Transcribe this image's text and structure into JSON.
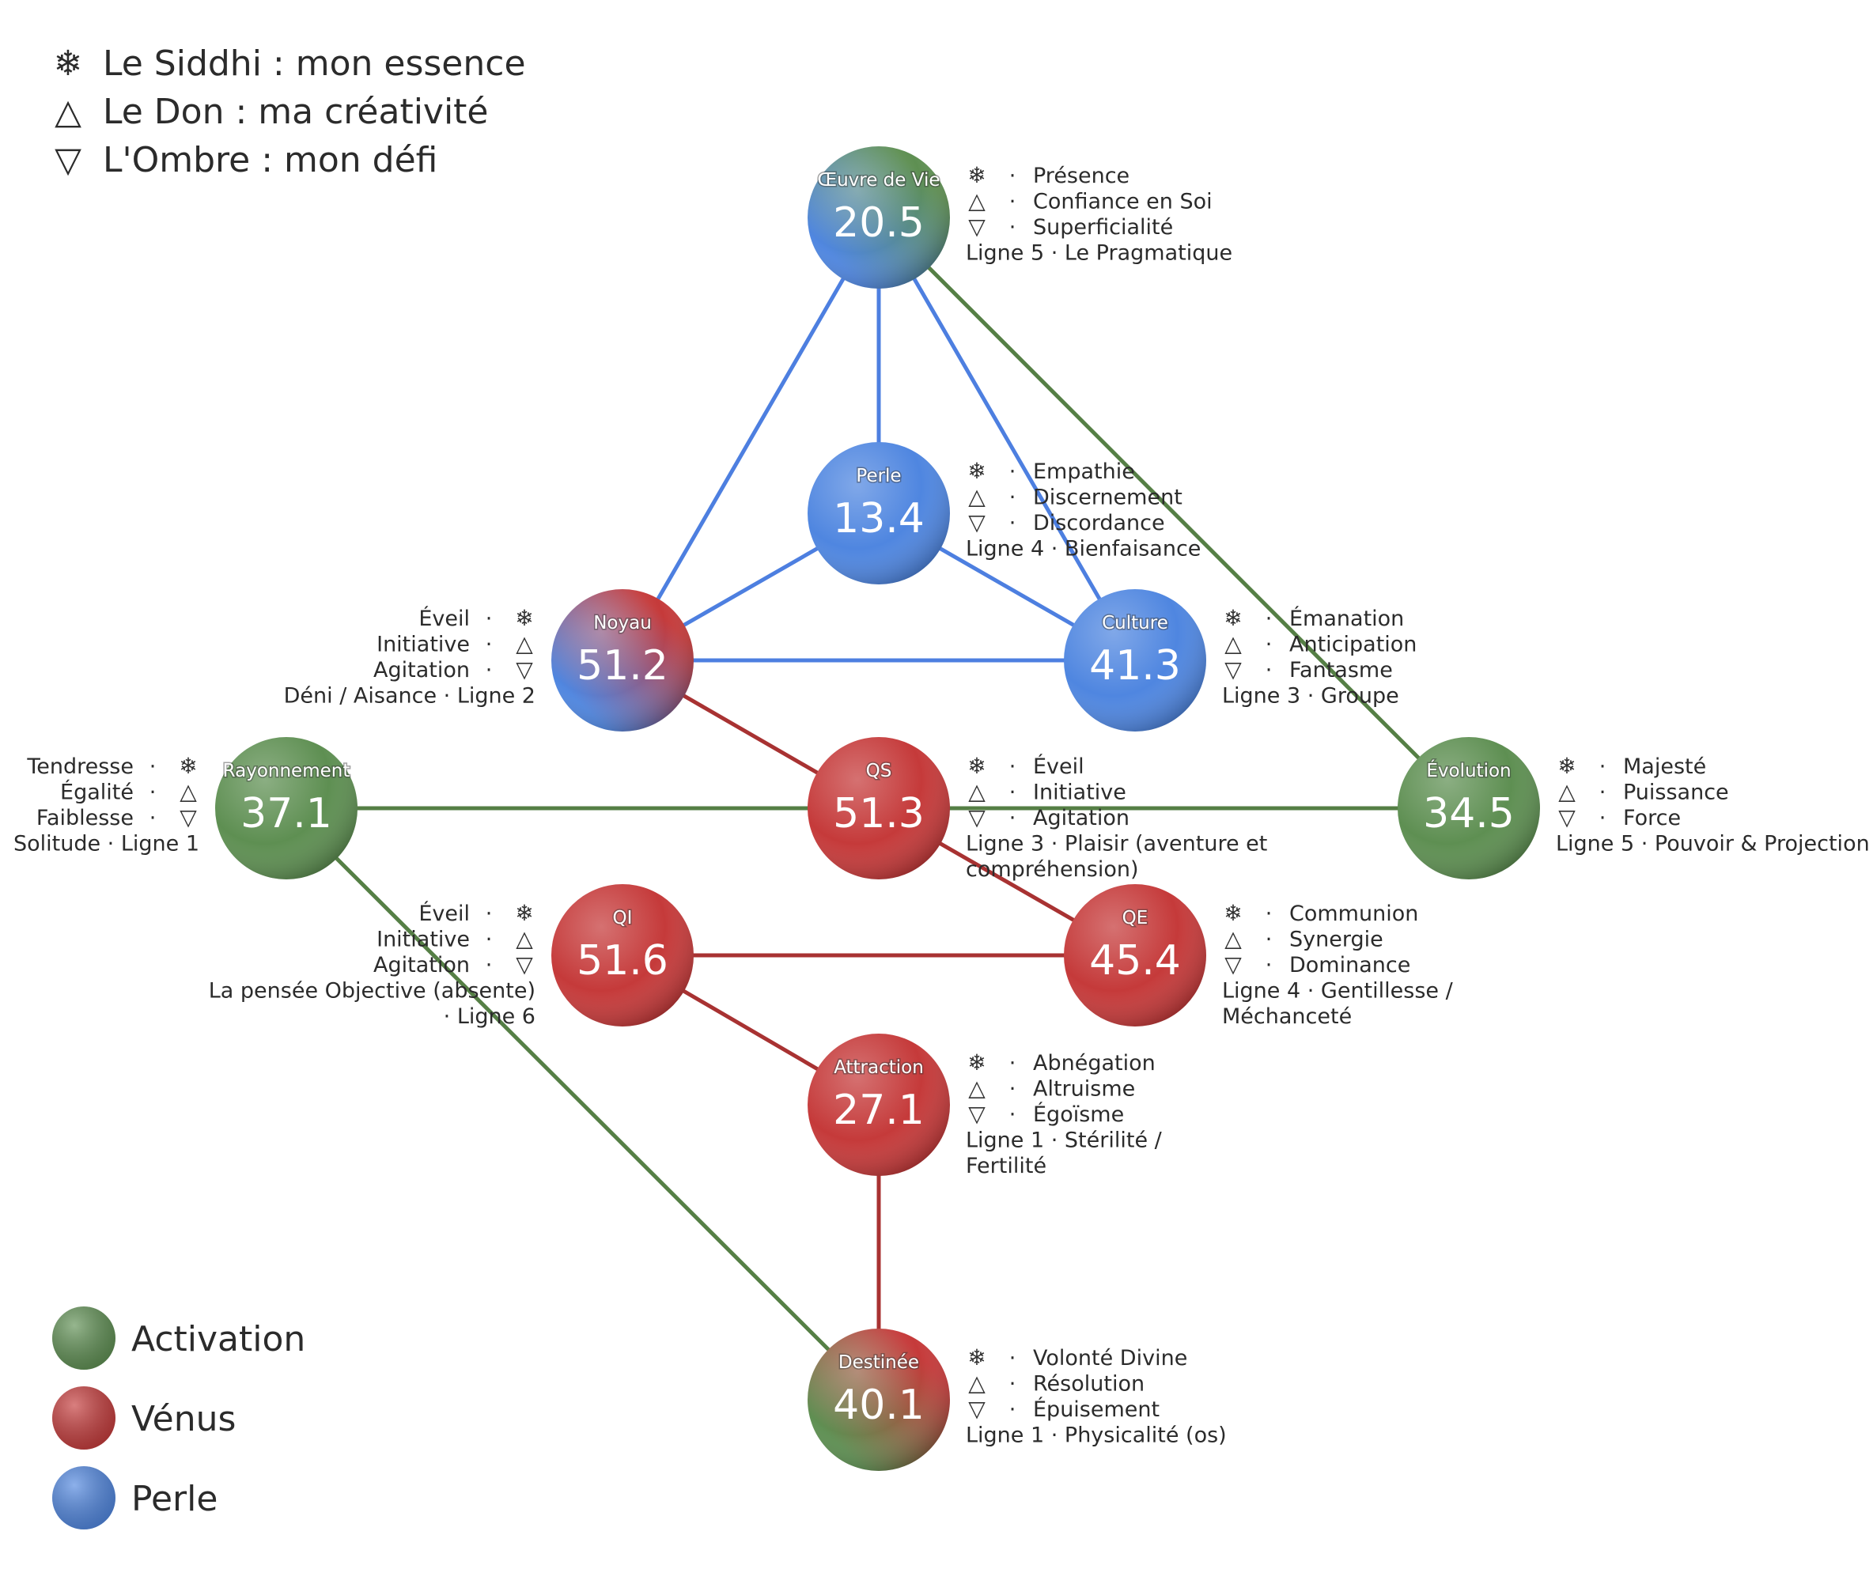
{
  "legend_top": [
    {
      "icon": "snowflake-icon",
      "glyph": "❄",
      "label": "Le Siddhi : mon essence"
    },
    {
      "icon": "triangle-up-icon",
      "glyph": "△",
      "label": "Le Don : ma créativité"
    },
    {
      "icon": "triangle-down-icon",
      "glyph": "▽",
      "label": "L'Ombre : mon défi"
    }
  ],
  "legend_bottom": [
    {
      "label": "Activation",
      "color": "#5e8f52"
    },
    {
      "label": "Vénus",
      "color": "#c53a3a"
    },
    {
      "label": "Perle",
      "color": "#4f86e0"
    }
  ],
  "colors": {
    "activation": "#5e8f52",
    "venus": "#c53a3a",
    "perle": "#4f86e0",
    "edge_blue": "#4d7fe0",
    "edge_green": "#557f45",
    "edge_red": "#a83232"
  },
  "nodes": [
    {
      "id": "oeuvre",
      "title": "Œuvre de Vie",
      "value": "20.5",
      "fill": [
        "perle",
        "activation"
      ],
      "side": "right",
      "siddhi": "Présence",
      "don": "Confiance en Soi",
      "ombre": "Superficialité",
      "ligne": [
        "Ligne 5 · Le Pragmatique"
      ]
    },
    {
      "id": "perle",
      "title": "Perle",
      "value": "13.4",
      "fill": [
        "perle",
        "perle"
      ],
      "side": "right",
      "siddhi": "Empathie",
      "don": "Discernement",
      "ombre": "Discordance",
      "ligne": [
        "Ligne 4 · Bienfaisance"
      ]
    },
    {
      "id": "noyau",
      "title": "Noyau",
      "value": "51.2",
      "fill": [
        "perle",
        "venus"
      ],
      "side": "left",
      "siddhi": "Éveil",
      "don": "Initiative",
      "ombre": "Agitation",
      "ligne": [
        "Déni / Aisance · Ligne 2"
      ]
    },
    {
      "id": "culture",
      "title": "Culture",
      "value": "41.3",
      "fill": [
        "perle",
        "perle"
      ],
      "side": "right",
      "siddhi": "Émanation",
      "don": "Anticipation",
      "ombre": "Fantasme",
      "ligne": [
        "Ligne 3 · Groupe"
      ]
    },
    {
      "id": "rayonnement",
      "title": "Rayonnement",
      "value": "37.1",
      "fill": [
        "activation",
        "activation"
      ],
      "side": "left",
      "siddhi": "Tendresse",
      "don": "Égalité",
      "ombre": "Faiblesse",
      "ligne": [
        "Solitude · Ligne 1"
      ]
    },
    {
      "id": "qs",
      "title": "QS",
      "value": "51.3",
      "fill": [
        "venus",
        "venus"
      ],
      "side": "right",
      "siddhi": "Éveil",
      "don": "Initiative",
      "ombre": "Agitation",
      "ligne": [
        "Ligne 3 · Plaisir (aventure et",
        "compréhension)"
      ]
    },
    {
      "id": "evolution",
      "title": "Évolution",
      "value": "34.5",
      "fill": [
        "activation",
        "activation"
      ],
      "side": "right",
      "siddhi": "Majesté",
      "don": "Puissance",
      "ombre": "Force",
      "ligne": [
        "Ligne 5 · Pouvoir & Projection"
      ]
    },
    {
      "id": "qi",
      "title": "QI",
      "value": "51.6",
      "fill": [
        "venus",
        "venus"
      ],
      "side": "left",
      "siddhi": "Éveil",
      "don": "Initiative",
      "ombre": "Agitation",
      "ligne": [
        "La pensée Objective (absente)",
        "· Ligne 6"
      ]
    },
    {
      "id": "qe",
      "title": "QE",
      "value": "45.4",
      "fill": [
        "venus",
        "venus"
      ],
      "side": "right",
      "siddhi": "Communion",
      "don": "Synergie",
      "ombre": "Dominance",
      "ligne": [
        "Ligne 4 · Gentillesse /",
        "Méchanceté"
      ]
    },
    {
      "id": "attraction",
      "title": "Attraction",
      "value": "27.1",
      "fill": [
        "venus",
        "venus"
      ],
      "side": "right",
      "siddhi": "Abnégation",
      "don": "Altruisme",
      "ombre": "Égoïsme",
      "ligne": [
        "Ligne 1 · Stérilité /",
        "Fertilité"
      ]
    },
    {
      "id": "destinee",
      "title": "Destinée",
      "value": "40.1",
      "fill": [
        "activation",
        "venus"
      ],
      "side": "right",
      "siddhi": "Volonté Divine",
      "don": "Résolution",
      "ombre": "Épuisement",
      "ligne": [
        "Ligne 1 · Physicalité (os)"
      ]
    }
  ],
  "edges": [
    {
      "from": "oeuvre",
      "to": "noyau",
      "color": "edge_blue"
    },
    {
      "from": "oeuvre",
      "to": "perle",
      "color": "edge_blue"
    },
    {
      "from": "oeuvre",
      "to": "culture",
      "color": "edge_blue"
    },
    {
      "from": "perle",
      "to": "noyau",
      "color": "edge_blue"
    },
    {
      "from": "perle",
      "to": "culture",
      "color": "edge_blue"
    },
    {
      "from": "noyau",
      "to": "culture",
      "color": "edge_blue"
    },
    {
      "from": "oeuvre",
      "to": "evolution",
      "color": "edge_green"
    },
    {
      "from": "rayonnement",
      "to": "evolution",
      "color": "edge_green"
    },
    {
      "from": "rayonnement",
      "to": "destinee",
      "color": "edge_green"
    },
    {
      "from": "noyau",
      "to": "qs",
      "color": "edge_red"
    },
    {
      "from": "qs",
      "to": "qe",
      "color": "edge_red"
    },
    {
      "from": "qi",
      "to": "qe",
      "color": "edge_red"
    },
    {
      "from": "qi",
      "to": "attraction",
      "color": "edge_red"
    },
    {
      "from": "attraction",
      "to": "destinee",
      "color": "edge_red"
    }
  ]
}
